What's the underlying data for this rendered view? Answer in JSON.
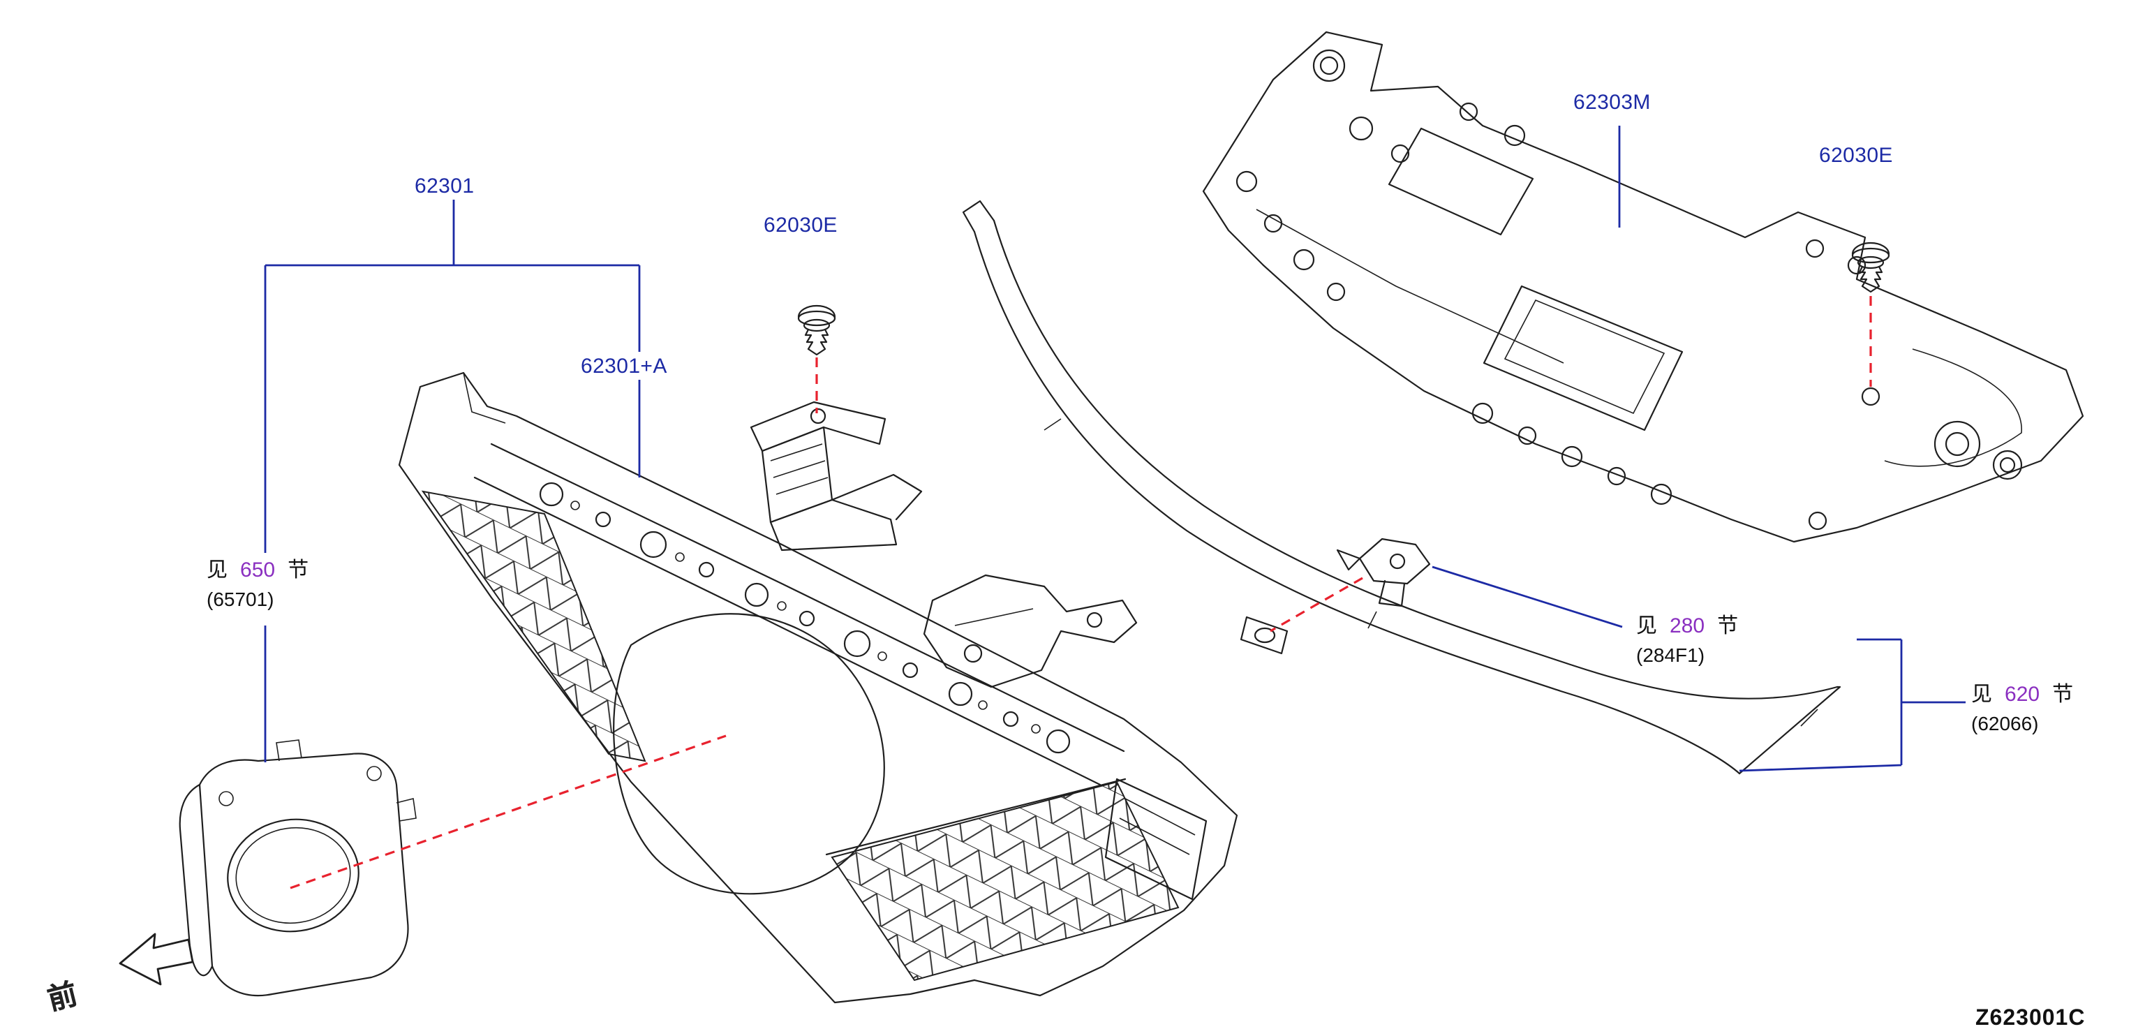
{
  "diagram": {
    "code": "Z623001C",
    "front_marker": "前"
  },
  "colors": {
    "label_blue": "#1c2aa5",
    "section_purple": "#8a2fc0",
    "leader_red": "#e8222e",
    "line_dark": "#1f1f1f",
    "background": "#ffffff"
  },
  "part_labels": {
    "grille_assembly": "62301",
    "grille": "62301+A",
    "clip_left": "62030E",
    "clip_right": "62030E",
    "under_cover": "62303M"
  },
  "references": [
    {
      "see": "见",
      "section": "650",
      "unit": "节",
      "part": "(65701)"
    },
    {
      "see": "见",
      "section": "280",
      "unit": "节",
      "part": "(284F1)"
    },
    {
      "see": "见",
      "section": "620",
      "unit": "节",
      "part": "(62066)"
    }
  ]
}
